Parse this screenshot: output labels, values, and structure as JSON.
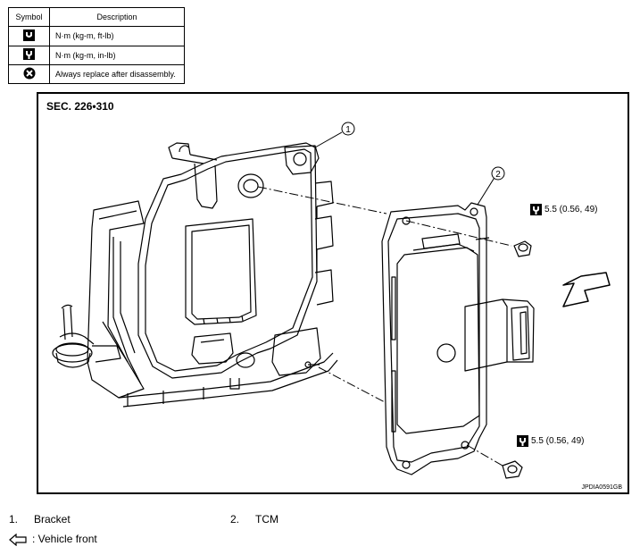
{
  "legend": {
    "header_symbol": "Symbol",
    "header_description": "Description",
    "rows": [
      {
        "icon": "torque-ft-lb-icon",
        "text": "N·m (kg-m, ft-lb)"
      },
      {
        "icon": "torque-in-lb-icon",
        "text": "N·m (kg-m, in-lb)"
      },
      {
        "icon": "always-replace-icon",
        "text": "Always replace after disassembly."
      }
    ]
  },
  "figure": {
    "section": "SEC. 226•310",
    "figure_id": "JPDIA0591GB",
    "callouts": [
      "1",
      "2"
    ],
    "torque_top": "5.5 (0.56, 49)",
    "torque_bottom": "5.5 (0.56, 49)"
  },
  "notes": {
    "item1_num": "1.",
    "item1_label": "Bracket",
    "item2_num": "2.",
    "item2_label": "TCM",
    "vehicle_front": ": Vehicle front"
  }
}
